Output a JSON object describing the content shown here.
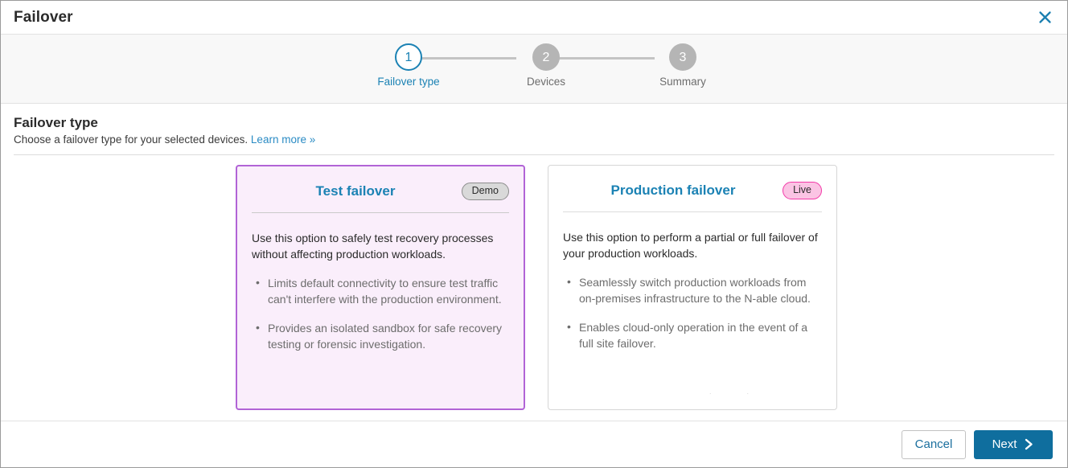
{
  "window": {
    "title": "Failover",
    "close_icon": "close-icon"
  },
  "stepper": {
    "steps": [
      {
        "number": "1",
        "label": "Failover type",
        "state": "active"
      },
      {
        "number": "2",
        "label": "Devices",
        "state": "inactive"
      },
      {
        "number": "3",
        "label": "Summary",
        "state": "inactive"
      }
    ]
  },
  "section": {
    "title": "Failover type",
    "subtitle": "Choose a failover type for your selected devices.",
    "link_label": "Learn more »"
  },
  "cards": [
    {
      "title": "Test failover",
      "badge": "Demo",
      "badge_style": "demo",
      "selected": true,
      "description": "Use this option to safely test recovery processes without affecting production workloads.",
      "bullets": [
        "Limits default connectivity to ensure test traffic can't interfere with the production environment.",
        "Provides an isolated sandbox for safe recovery testing or forensic investigation."
      ]
    },
    {
      "title": "Production failover",
      "badge": "Live",
      "badge_style": "live",
      "selected": false,
      "description": "Use this option to perform a partial or full failover of your production workloads.",
      "bullets": [
        "Seamlessly switch production workloads from on-premises infrastructure to the N-able cloud.",
        "Enables cloud-only operation in the event of a full site failover."
      ]
    }
  ],
  "footer": {
    "cancel_label": "Cancel",
    "next_label": "Next",
    "next_icon": "chevron-right-icon"
  },
  "colors": {
    "accent_blue": "#1b82b4",
    "button_blue": "#0f6e9e",
    "selected_border": "#b163d6",
    "selected_bg": "#faeefb",
    "badge_live_bg": "#fbc4e4",
    "badge_live_border": "#f23aa8",
    "badge_demo_bg": "#d9d9d9",
    "step_inactive": "#b5b5b5"
  }
}
